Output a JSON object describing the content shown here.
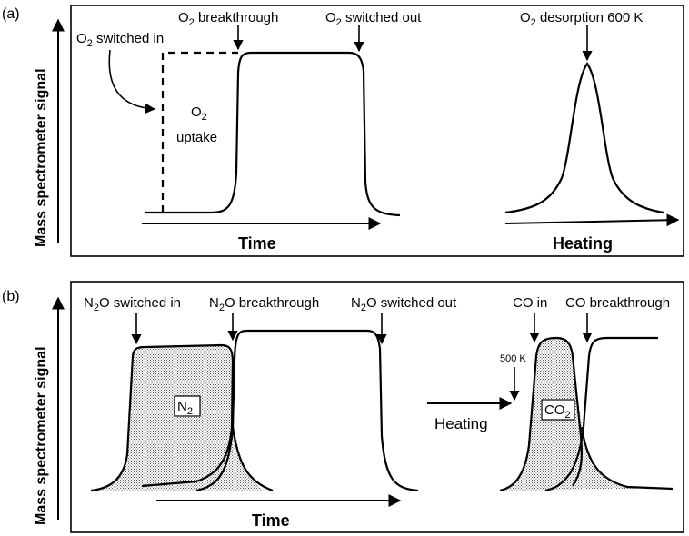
{
  "panel_a": {
    "tag": "(a)",
    "y_axis_label": "Mass spectrometer signal",
    "x_label_time": "Time",
    "x_label_heating": "Heating",
    "o2_switched_in": {
      "prefix": "O",
      "sub": "2",
      "suffix": " switched in"
    },
    "o2_breakthrough": {
      "prefix": "O",
      "sub": "2",
      "suffix": " breakthrough"
    },
    "o2_switched_out": {
      "prefix": "O",
      "sub": "2",
      "suffix": " switched out"
    },
    "o2_desorption": {
      "prefix": "O",
      "sub": "2",
      "suffix": " desorption 600 K"
    },
    "o2_uptake_top": {
      "prefix": "O",
      "sub": "2"
    },
    "o2_uptake_bottom": "uptake"
  },
  "panel_b": {
    "tag": "(b)",
    "y_axis_label": "Mass spectrometer signal",
    "x_label_time": "Time",
    "heating_label": "Heating",
    "n2o_switched_in": {
      "prefix": "N",
      "sub": "2",
      "suffix": "O switched in"
    },
    "n2o_breakthrough": {
      "prefix": "N",
      "sub": "2",
      "suffix": "O breakthrough"
    },
    "n2o_switched_out": {
      "prefix": "N",
      "sub": "2",
      "suffix": "O switched out"
    },
    "co_in": "CO in",
    "co_breakthrough": "CO breakthrough",
    "temp_500k": "500 K",
    "n2_box": {
      "prefix": "N",
      "sub": "2"
    },
    "co2_box": {
      "prefix": "CO",
      "sub": "2"
    }
  },
  "colors": {
    "ink": "#000000",
    "background": "#ffffff",
    "stipple": "#888888"
  }
}
